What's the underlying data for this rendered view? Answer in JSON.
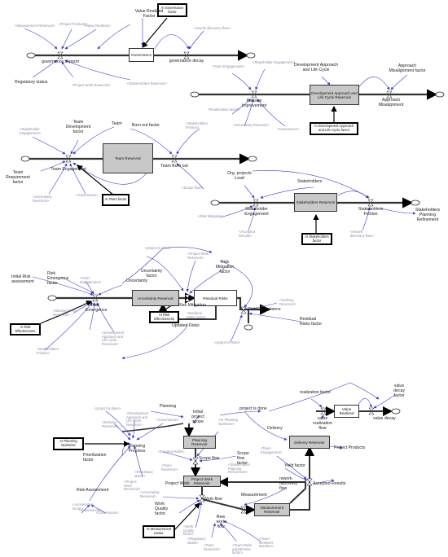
{
  "governance": {
    "stock": "Governance",
    "ai": "AI Governance factor",
    "dark": [
      "Value Realized Factor",
      "governance support",
      "governance decay",
      "Regulatory status"
    ],
    "ghost": [
      "<Measurement Reservoir>",
      "<Project Products>",
      "<Value Realized>",
      "<rework discovery flow>",
      "<Project Work Reservoir>",
      "<StakeHolders Reservoir>"
    ]
  },
  "development": {
    "stock": "Development Approach and Life Cycle Reservoir",
    "ai": "AI Development Approach and Life Cycle factor",
    "dark": [
      "Development Approach and Life Cycle",
      "Approach Misalignment factor",
      "Process Improvement",
      "Approach Misalignment"
    ],
    "ghost": [
      "<Team Engagement>",
      "<Stakeholder Engagement>",
      "<Prioritization factor>",
      "<Uncertainty Reservoir>",
      "<Governance>"
    ]
  },
  "team": {
    "stock": "Team Reservoir",
    "ai": "AI Team factor",
    "dark": [
      "Team Development factor",
      "Team",
      "Burn out factor",
      "Team Engagement",
      "Team Burn out",
      "Team Requirement factor"
    ],
    "ghost": [
      "<Stakeholder Engagement>",
      "<Stakeholders Friction>",
      "<Uncertainty Reservoir>",
      "<Governance>",
      "<Scope flow>"
    ]
  },
  "stakeholders": {
    "stock": "Stakeholders Reservoir",
    "ai": "AI Stakeholders factor",
    "dark": [
      "Org. projects Load",
      "Stakeholders",
      "Stakeholder Engagement",
      "Stakeholders Friction",
      "Stakeholders Planning Refinement"
    ],
    "ghost": [
      "<Risk Mitigation>",
      "<Accepted Results>",
      "<rework discovery flow>"
    ]
  },
  "risk": {
    "stocks": [
      "Uncertainty Reservoir",
      "Residual Risks"
    ],
    "ai": [
      "AI Risk Effectiveness",
      "AI Risk Effectiveness"
    ],
    "dark": [
      "Initial Risk assessment",
      "Risk Emergence factor",
      "Risk Emergence",
      "Uncertainty",
      "Uncertainty factor",
      "Risk Mitigation factor",
      "Risk Mitigation",
      "Risks acceptance",
      "Updated Risks",
      "Residual Risks factor"
    ],
    "ghost": [
      "<project is done>",
      "<Project Work Reservoir>",
      "<Team Engagement>",
      "<Measurement Reservoir>",
      "<Development Approach and Life Cycle Reservoir>",
      "<Stakeholders Friction>",
      "<Residual Risks factor>",
      "<Delivery Reservoir>",
      "<project is done>"
    ]
  },
  "delivery": {
    "stocks": [
      "Planning Reservoir",
      "Project Work Reservoir",
      "Measurement Reservoir",
      "Delivery Reservoir",
      "Value Realized"
    ],
    "ai": [
      "AI Planning Optimizer",
      "AI Measurement power"
    ],
    "dark": [
      "Planning",
      "Initial project scope",
      "project is done",
      "Planning Progress",
      "Prioritization factor",
      "Scope flow",
      "Scope flow factor",
      "Project Work",
      "Risk Assessment",
      "Work flow",
      "Work Quality factor",
      "Rew work flow",
      "Measurement",
      "rework discovery flow",
      "Yield factor",
      "Delivery",
      "Accepted Results",
      "Project Products",
      "realization factor",
      "value realization flow",
      "value decay",
      "value decay factor"
    ],
    "ghost": [
      "<project is done>",
      "<Delivery Reservoir>",
      "<Development Approach and Life Cycle Reservoir>",
      "<Governance>",
      "<AI Planning Optimizer>",
      "<Residual Risks>",
      "<Team Reservoir>",
      "<Stakeholders Planning Refinement>",
      "<Regulatory status>",
      "<Uncertainty Reservoir>",
      "<Team Engagement>",
      "<Governance>",
      "<Work Quality factor>",
      "<Regulatory status>",
      "<Team Reservoir>",
      "<Team Risks adjustments factor>",
      "<Team Members Number>",
      "<Governance>",
      "<Accelerating factor>",
      "<Project Work Reservoir>"
    ]
  }
}
